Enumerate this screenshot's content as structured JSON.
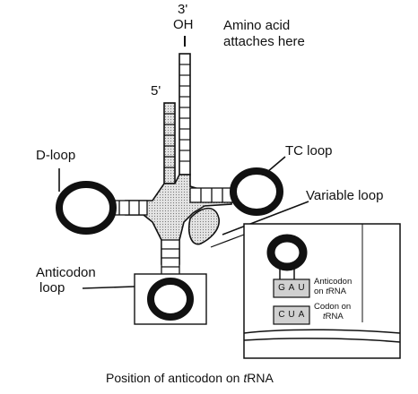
{
  "labels": {
    "three_prime": "3'",
    "oh": "OH",
    "amino_acid_line1": "Amino acid",
    "amino_acid_line2": "attaches here",
    "five_prime": "5'",
    "d_loop": "D-loop",
    "tc_loop": "TC loop",
    "variable_loop": "Variable loop",
    "anticodon_loop_line1": "Anticodon",
    "anticodon_loop_line2": "loop",
    "caption_part1": "Position of anticodon on ",
    "caption_italic": "t",
    "caption_part2": "RNA"
  },
  "inset": {
    "anticodon_bases": [
      "G",
      "A",
      "U"
    ],
    "codon_bases": [
      "C",
      "U",
      "A"
    ],
    "anticodon_label_line1": "Anticodon",
    "anticodon_label_line2": "on ",
    "anticodon_label_italic": "t",
    "anticodon_label_end": "RNA",
    "codon_label_line1": "Codon on",
    "codon_label_italic": "t",
    "codon_label_end": "RNA"
  },
  "colors": {
    "ink": "#111111",
    "strand_fill": "#d8d8d8",
    "background": "#ffffff"
  }
}
